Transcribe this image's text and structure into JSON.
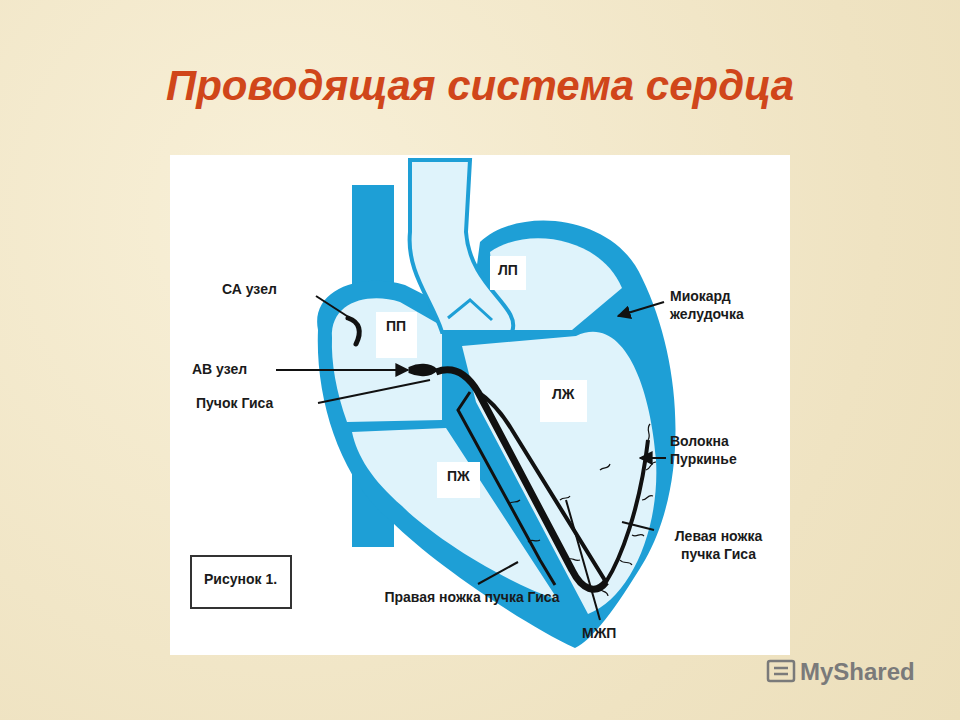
{
  "diagram": {
    "title": "Проводящая система сердца",
    "nodes": [
      {
        "text": [
          "ЛП"
        ]
      },
      {
        "text": [
          "ПП"
        ]
      },
      {
        "text": [
          "ЛЖ"
        ]
      },
      {
        "text": [
          "ПЖ"
        ]
      },
      {
        "text": [
          "Рисунок 1."
        ]
      }
    ],
    "labels": [
      "СА узел",
      "АВ узел",
      "Пучок Гиса",
      "Миокард желудочка",
      "Волокна Пуркинье",
      "Левая ножка пучка Гиса",
      "Правая ножка пучка Гиса",
      "МЖП",
      "MyShared"
    ]
  }
}
